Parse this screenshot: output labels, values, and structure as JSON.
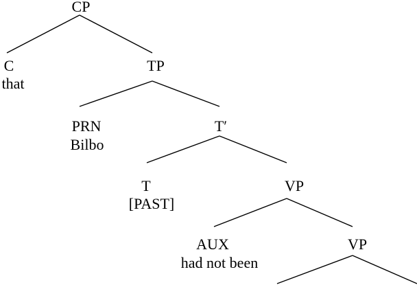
{
  "nodes": {
    "cp": "CP",
    "c": "C",
    "c_word": "that",
    "tp": "TP",
    "prn": "PRN",
    "prn_word": "Bilbo",
    "tbar": "T′",
    "t": "T",
    "t_word": "[PAST]",
    "vp1": "VP",
    "aux": "AUX",
    "aux_word": "had not been",
    "vp2": "VP"
  }
}
